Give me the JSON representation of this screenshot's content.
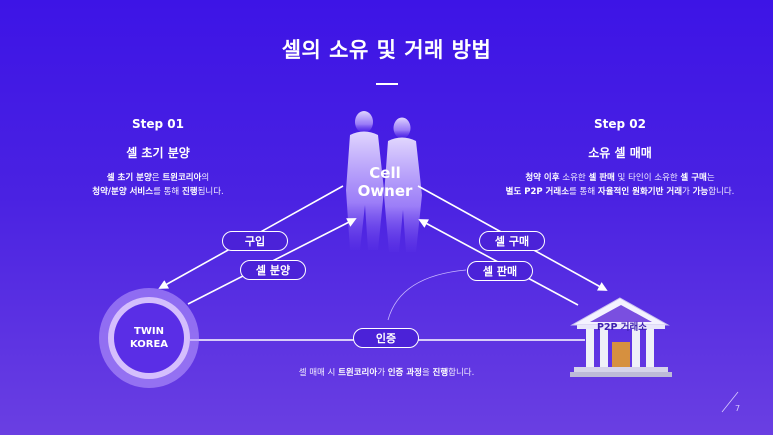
{
  "title": "셀의 소유 및 거래 방법",
  "step1": {
    "label": "Step 01",
    "subtitle": "셀 초기 분양",
    "desc_line1": {
      "b1": "셀 초기 분양",
      "t1": "은 ",
      "b2": "트윈코리아",
      "t2": "의"
    },
    "desc_line2": {
      "b1": "청약/분양 서비스",
      "t1": "를 통해 ",
      "b2": "진행",
      "t2": "됩니다."
    }
  },
  "step2": {
    "label": "Step 02",
    "subtitle": "소유 셀 매매",
    "desc_line1": {
      "b1": "청약 이후",
      "t1": " 소유한 ",
      "b2": "셀 판매",
      "t2": " 및 타인이 소유한 ",
      "b3": "셀 구매",
      "t3": "는"
    },
    "desc_line2": {
      "b1": "별도 P2P 거래소",
      "t1": "를 통해 ",
      "b2": "자율적인 원화기반 거래",
      "t2": "가 ",
      "b3": "가능",
      "t3": "합니다."
    }
  },
  "owner": {
    "line1": "Cell",
    "line2": "Owner"
  },
  "twin": {
    "line1": "TWIN",
    "line2": "KOREA"
  },
  "exchange_label": "P2P 거래소",
  "pills": {
    "buy": "구입",
    "sale": "셀 분양",
    "cell_buy": "셀 구매",
    "cell_sell": "셀 판매",
    "auth": "인증"
  },
  "bottom_note": {
    "t1": "셀 매매 시 ",
    "b1": "트윈코리아",
    "t2": "가 ",
    "b2": "인증 과정",
    "t3": "을 ",
    "b3": "진행",
    "t4": "합니다."
  },
  "page_number": "7",
  "colors": {
    "background_top": "#3d14e6",
    "background_bottom": "#6a3fe2",
    "pill_fill": "#4b22d8",
    "exchange_roof": "#7a4fe0"
  }
}
